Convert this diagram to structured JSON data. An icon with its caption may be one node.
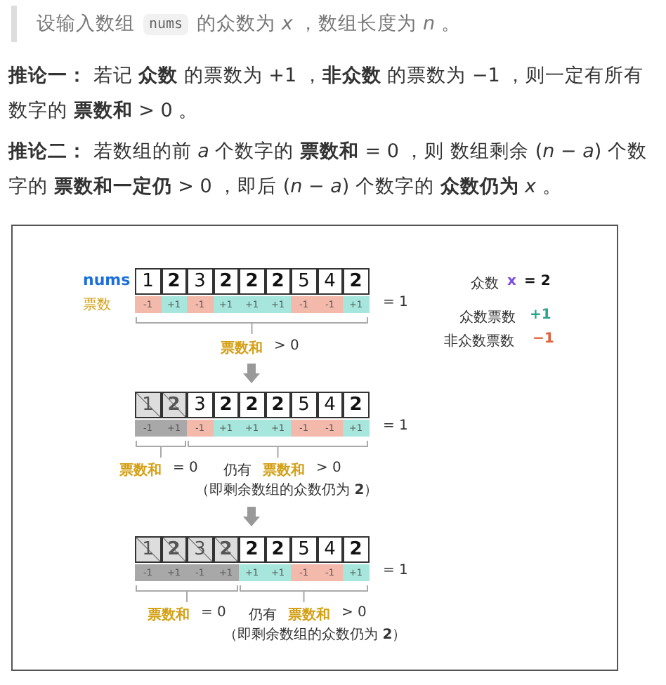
{
  "diagram": {
    "labels": [
      "设输入数组",
      "nums",
      "的众数为 *x* ，数组长度为 *n* 。",
      "**推论一：** 若记 **众数** 的票数为 +1 ，**非众数** 的票数为 −1 ，则一定有所有数字的 **票数和** > 0 。",
      "**推论二：** 若数组的前 *a* 个数字的 **票数和** = 0 ，则 数组剩余 (*n* − *a*) 个数字的 **票数和一定仍** > 0 ，即后 (*n* − *a*) 个数字的 **众数仍为** *x* 。",
      "nums",
      "1",
      "2",
      "3",
      "2",
      "2",
      "2",
      "5",
      "4",
      "2",
      "众数",
      "x",
      "= 2",
      "票数",
      "-1",
      "+1",
      "-1",
      "+1",
      "+1",
      "+1",
      "-1",
      "-1",
      "+1",
      "= 1",
      "众数票数",
      "+1",
      "非众数票数",
      "−1",
      "票数和",
      "> 0",
      "1",
      "2",
      "3",
      "2",
      "2",
      "2",
      "5",
      "4",
      "2",
      "-1",
      "+1",
      "-1",
      "+1",
      "+1",
      "+1",
      "-1",
      "-1",
      "+1",
      "= 1",
      "票数和",
      "= 0",
      "仍有",
      "票数和",
      "> 0",
      "（即剩余数组的众数仍为 **2**）",
      "1",
      "2",
      "3",
      "2",
      "2",
      "2",
      "5",
      "4",
      "2",
      "-1",
      "+1",
      "-1",
      "+1",
      "+1",
      "+1",
      "-1",
      "-1",
      "+1",
      "= 1",
      "票数和",
      "= 0",
      "仍有",
      "票数和",
      "> 0",
      "（即剩余数组的众数仍为 **2**）"
    ]
  }
}
